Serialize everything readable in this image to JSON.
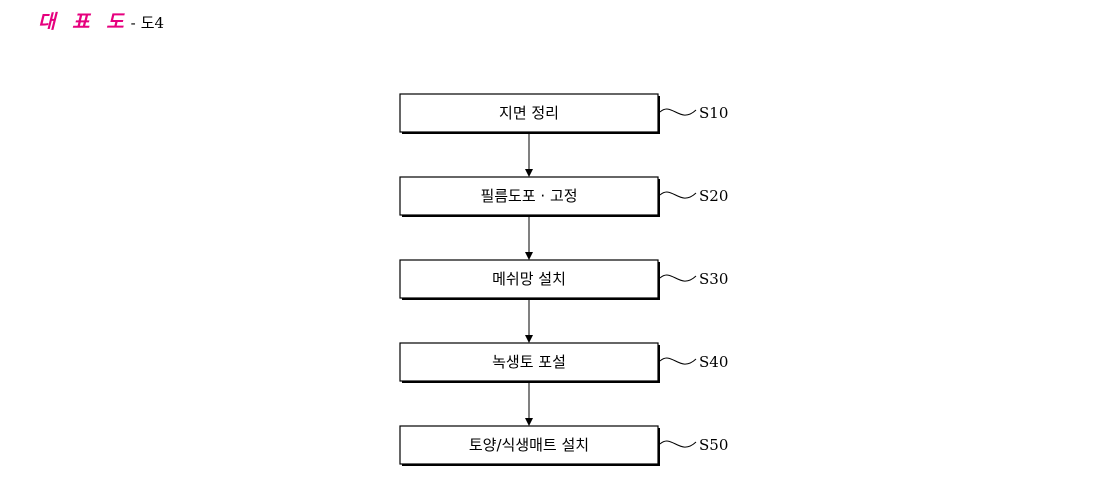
{
  "header": {
    "title": "대 표 도",
    "separator": "-",
    "figure_ref": "도4"
  },
  "steps": [
    {
      "label": "지면 정리",
      "code": "S10"
    },
    {
      "label": "필름도포 · 고정",
      "code": "S20"
    },
    {
      "label": "메쉬망 설치",
      "code": "S30"
    },
    {
      "label": "녹생토 포설",
      "code": "S40"
    },
    {
      "label": "토양/식생매트 설치",
      "code": "S50"
    }
  ],
  "colors": {
    "title": "#e6007e",
    "line": "#000000"
  }
}
